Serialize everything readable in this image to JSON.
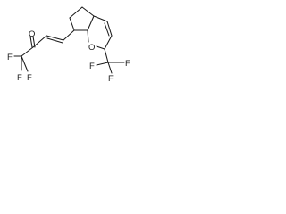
{
  "structure": {
    "kind": "chemical-structure",
    "atom_labels": {
      "ketone_oxygen": "O",
      "ring_oxygen": "O",
      "f_left_1": "F",
      "f_left_2": "F",
      "f_left_3": "F",
      "f_right_1": "F",
      "f_right_2": "F",
      "f_right_3": "F"
    }
  },
  "colors": {
    "background": "#ffffff",
    "ink": "#1a1a1a"
  }
}
